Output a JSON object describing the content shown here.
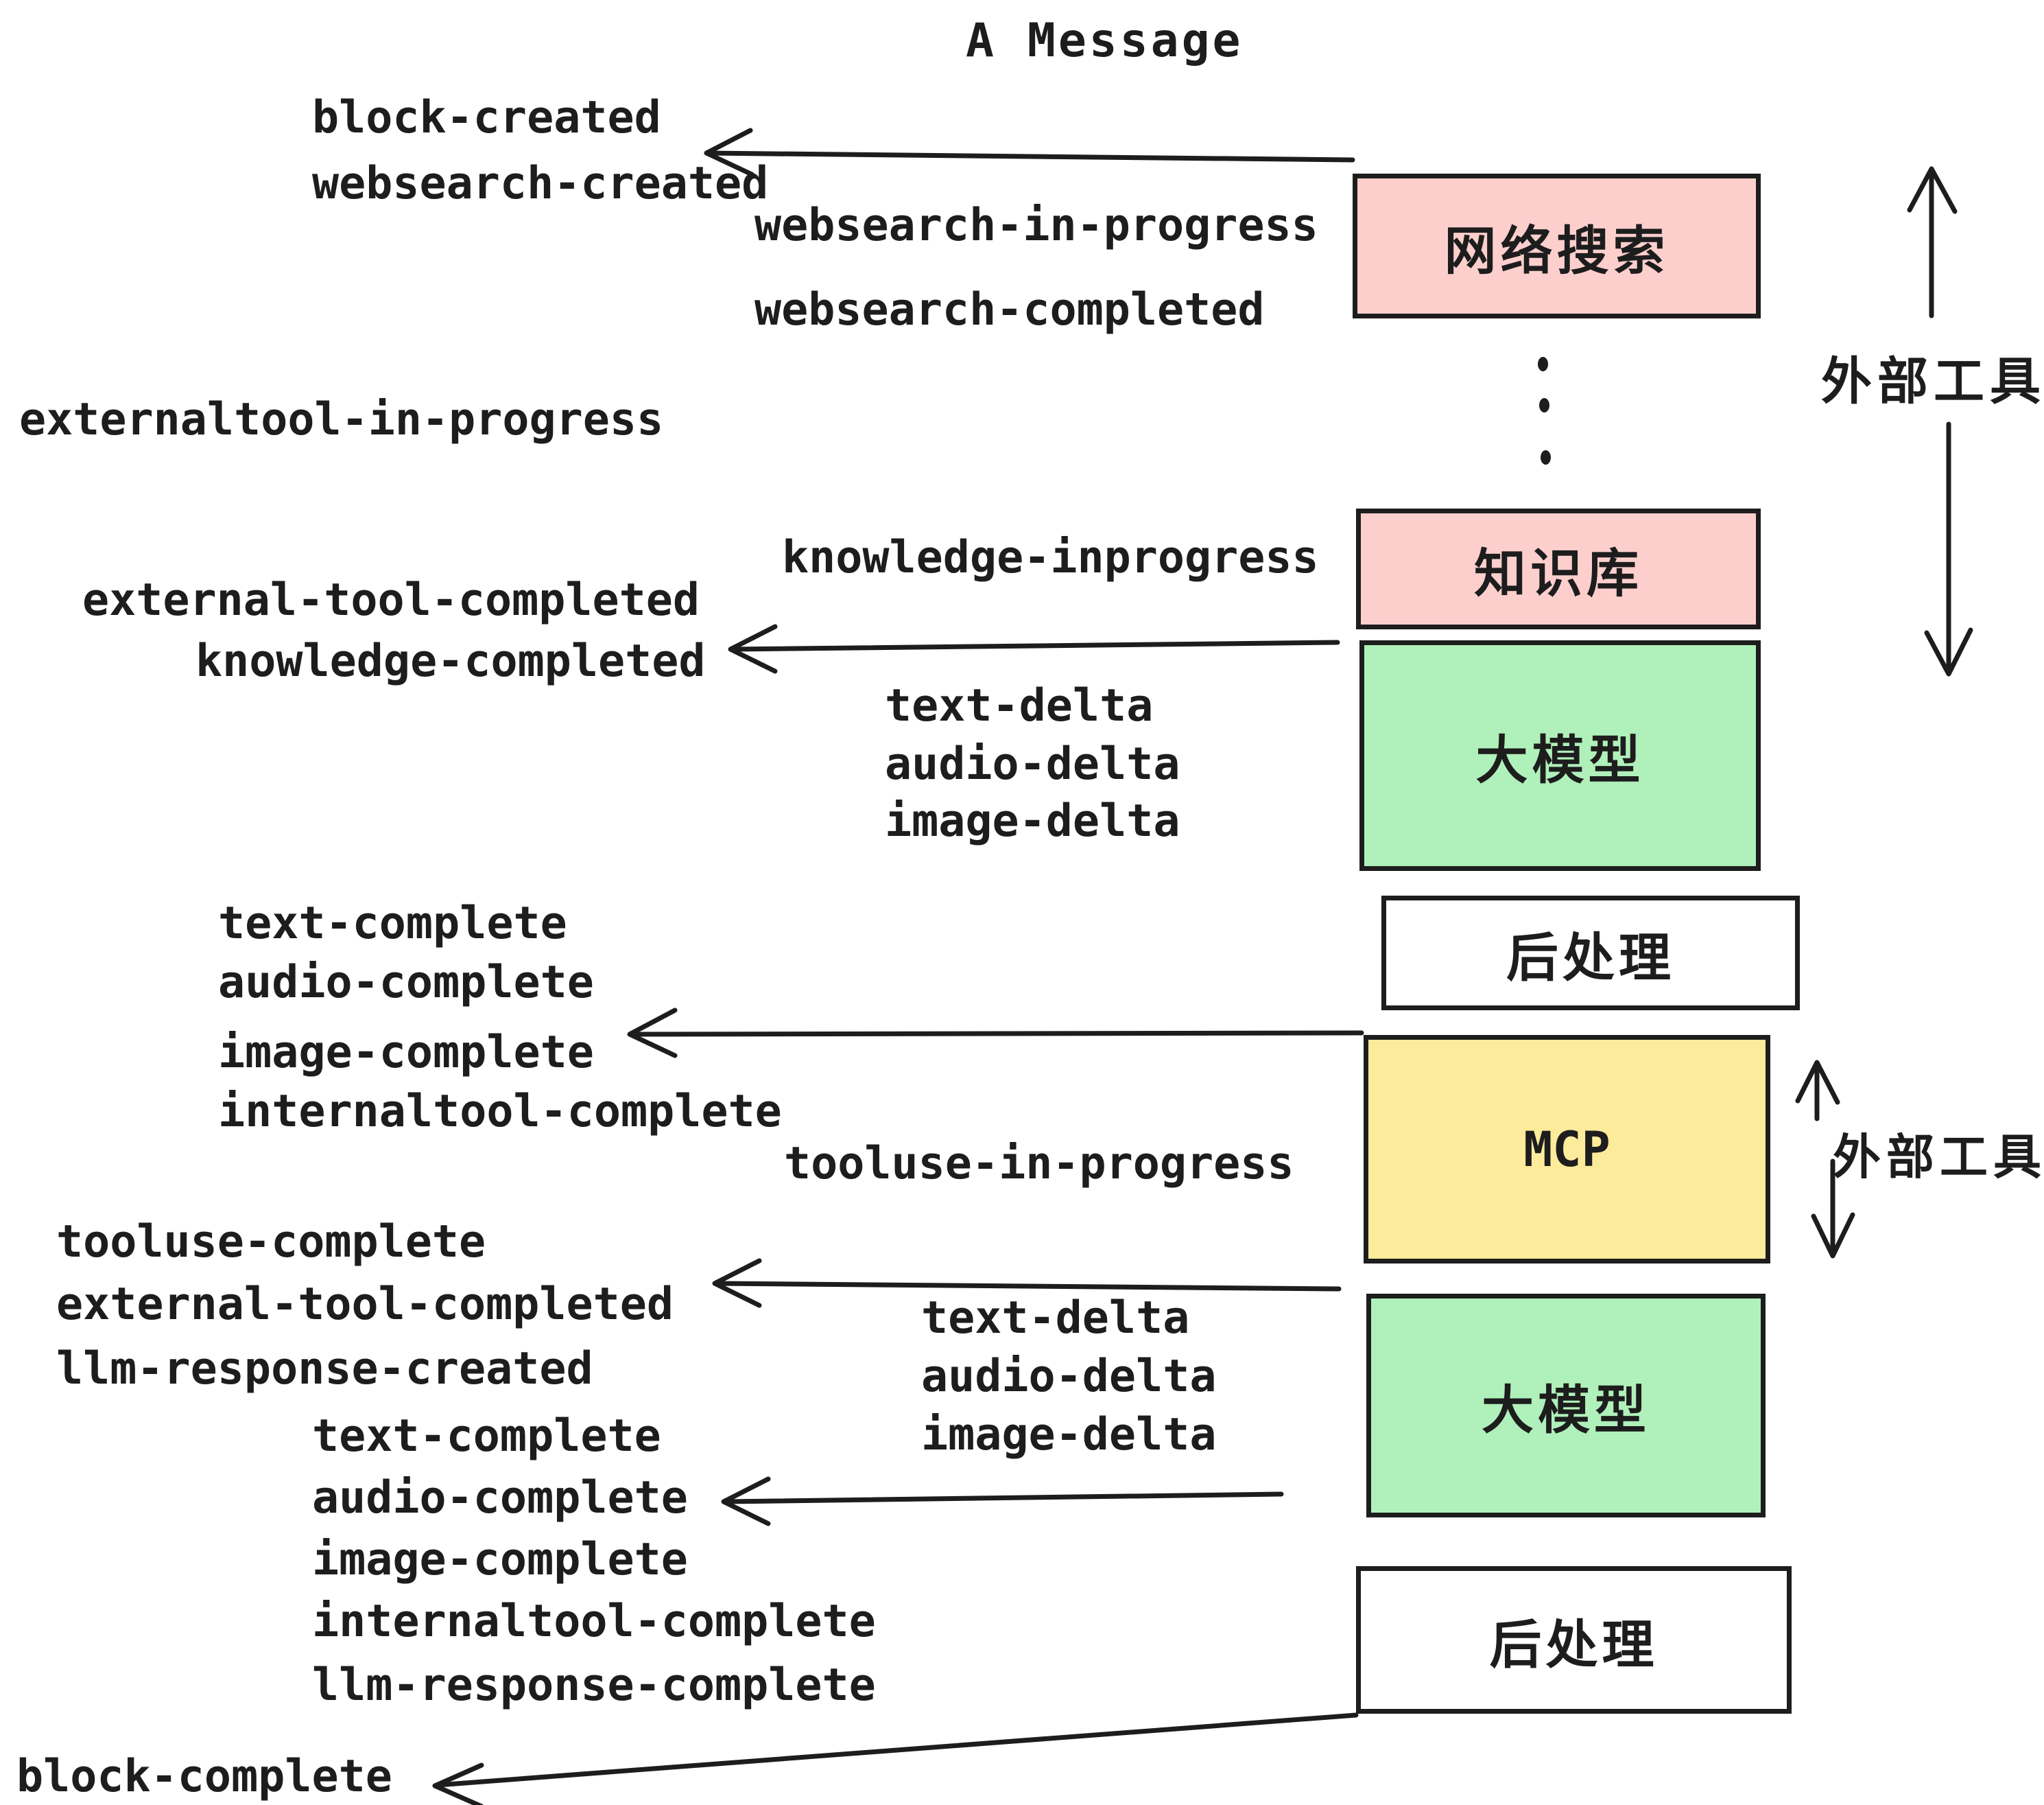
{
  "title": "A Message",
  "events": {
    "block_created": "block-created",
    "websearch_created": "websearch-created",
    "websearch_in_progress": "websearch-in-progress",
    "websearch_completed": "websearch-completed",
    "externaltool_in_progress": "externaltool-in-progress",
    "knowledge_inprogress": "knowledge-inprogress",
    "external_tool_completed": "external-tool-completed",
    "knowledge_completed": "knowledge-completed",
    "text_delta": "text-delta",
    "audio_delta": "audio-delta",
    "image_delta": "image-delta",
    "text_complete": "text-complete",
    "audio_complete": "audio-complete",
    "image_complete": "image-complete",
    "internaltool_complete": "internaltool-complete",
    "tooluse_in_progress": "tooluse-in-progress",
    "tooluse_complete": "tooluse-complete",
    "llm_response_created": "llm-response-created",
    "llm_response_complete": "llm-response-complete",
    "block_complete": "block-complete"
  },
  "boxes": {
    "web_search": {
      "label": "网络搜索",
      "fill": "#fccfcd"
    },
    "knowledge_base": {
      "label": "知识库",
      "fill": "#fccfcd"
    },
    "llm": {
      "label": "大模型",
      "fill": "#b0f0ba"
    },
    "post_process": {
      "label": "后处理",
      "fill": "#ffffff"
    },
    "mcp": {
      "label": "MCP",
      "fill": "#fdeb9c"
    },
    "llm_2": {
      "label": "大模型",
      "fill": "#b0f0ba"
    },
    "post_process_2": {
      "label": "后处理",
      "fill": "#ffffff"
    }
  },
  "side": {
    "external_tools": "外部工具"
  },
  "colors": {
    "pink": "#fccfcd",
    "green": "#b0f0ba",
    "yellow": "#fdeb9c",
    "ink": "#1d1d1d",
    "background": "#ffffff"
  }
}
